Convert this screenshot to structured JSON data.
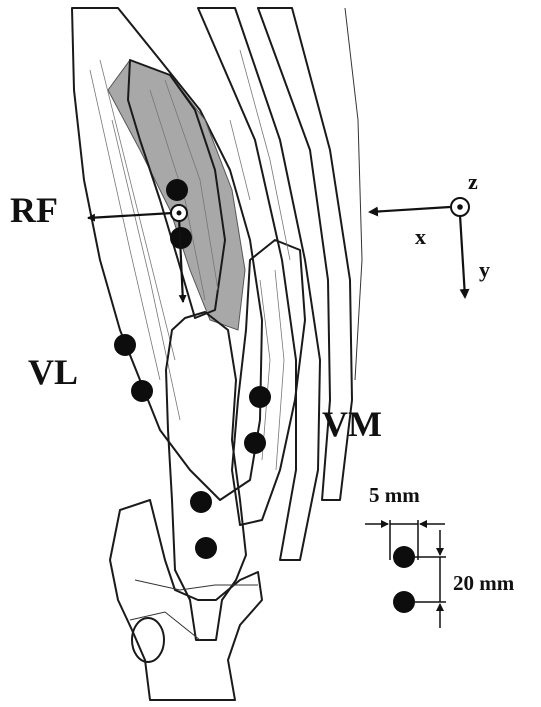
{
  "labels": {
    "rf": "RF",
    "vl": "VL",
    "vm": "VM"
  },
  "axes": {
    "x": "x",
    "y": "y",
    "z": "z"
  },
  "scale": {
    "width": "5 mm",
    "spacing": "20 mm"
  },
  "colors": {
    "muscle_fill": "#dcdcdc",
    "muscle_dark": "#a8a8a8",
    "outline": "#1a1a1a",
    "electrode": "#0d0d0d"
  }
}
